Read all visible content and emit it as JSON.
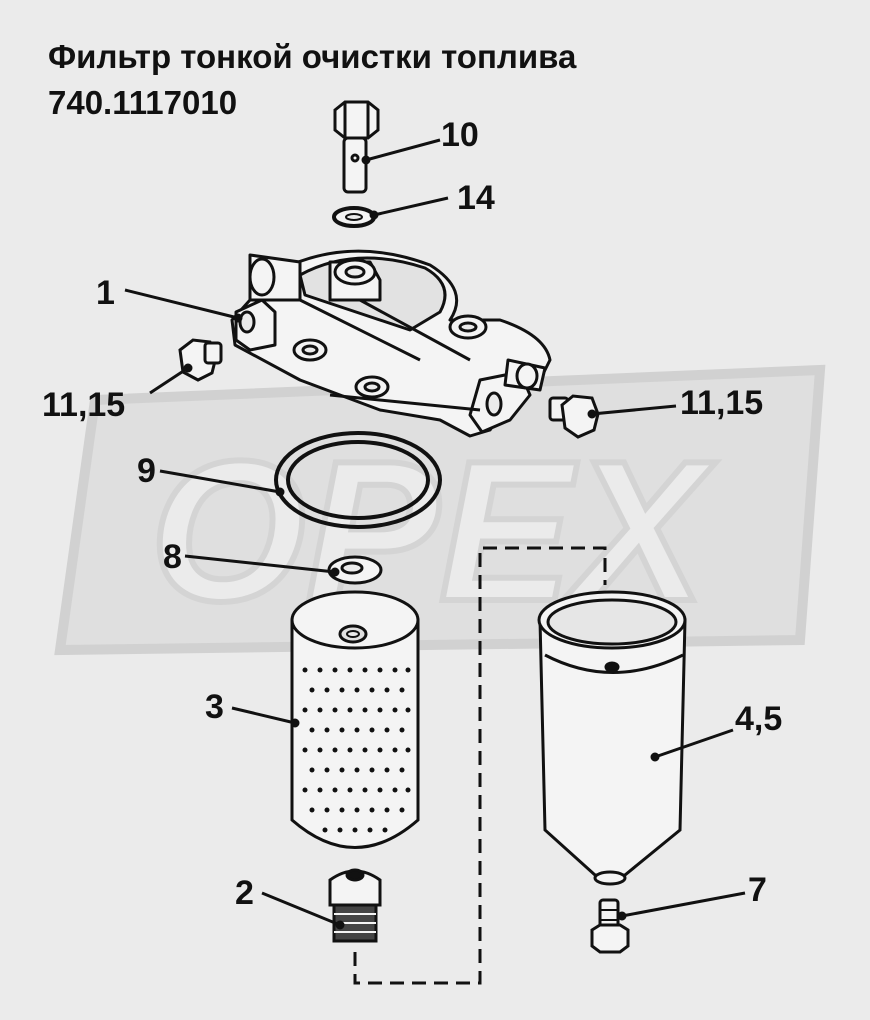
{
  "title": {
    "line1": "Фильтр тонкой очистки топлива",
    "line2": "740.1117010"
  },
  "watermark": {
    "text": "OPEX"
  },
  "callouts": {
    "c10": "10",
    "c14": "14",
    "c1": "1",
    "c11_15_left": "11,15",
    "c11_15_right": "11,15",
    "c9": "9",
    "c8": "8",
    "c3": "3",
    "c4_5": "4,5",
    "c2": "2",
    "c7": "7"
  },
  "colors": {
    "background": "#ebebeb",
    "ink": "#111111",
    "part_fill": "#f4f4f4",
    "watermark": "#d6d6d6"
  }
}
